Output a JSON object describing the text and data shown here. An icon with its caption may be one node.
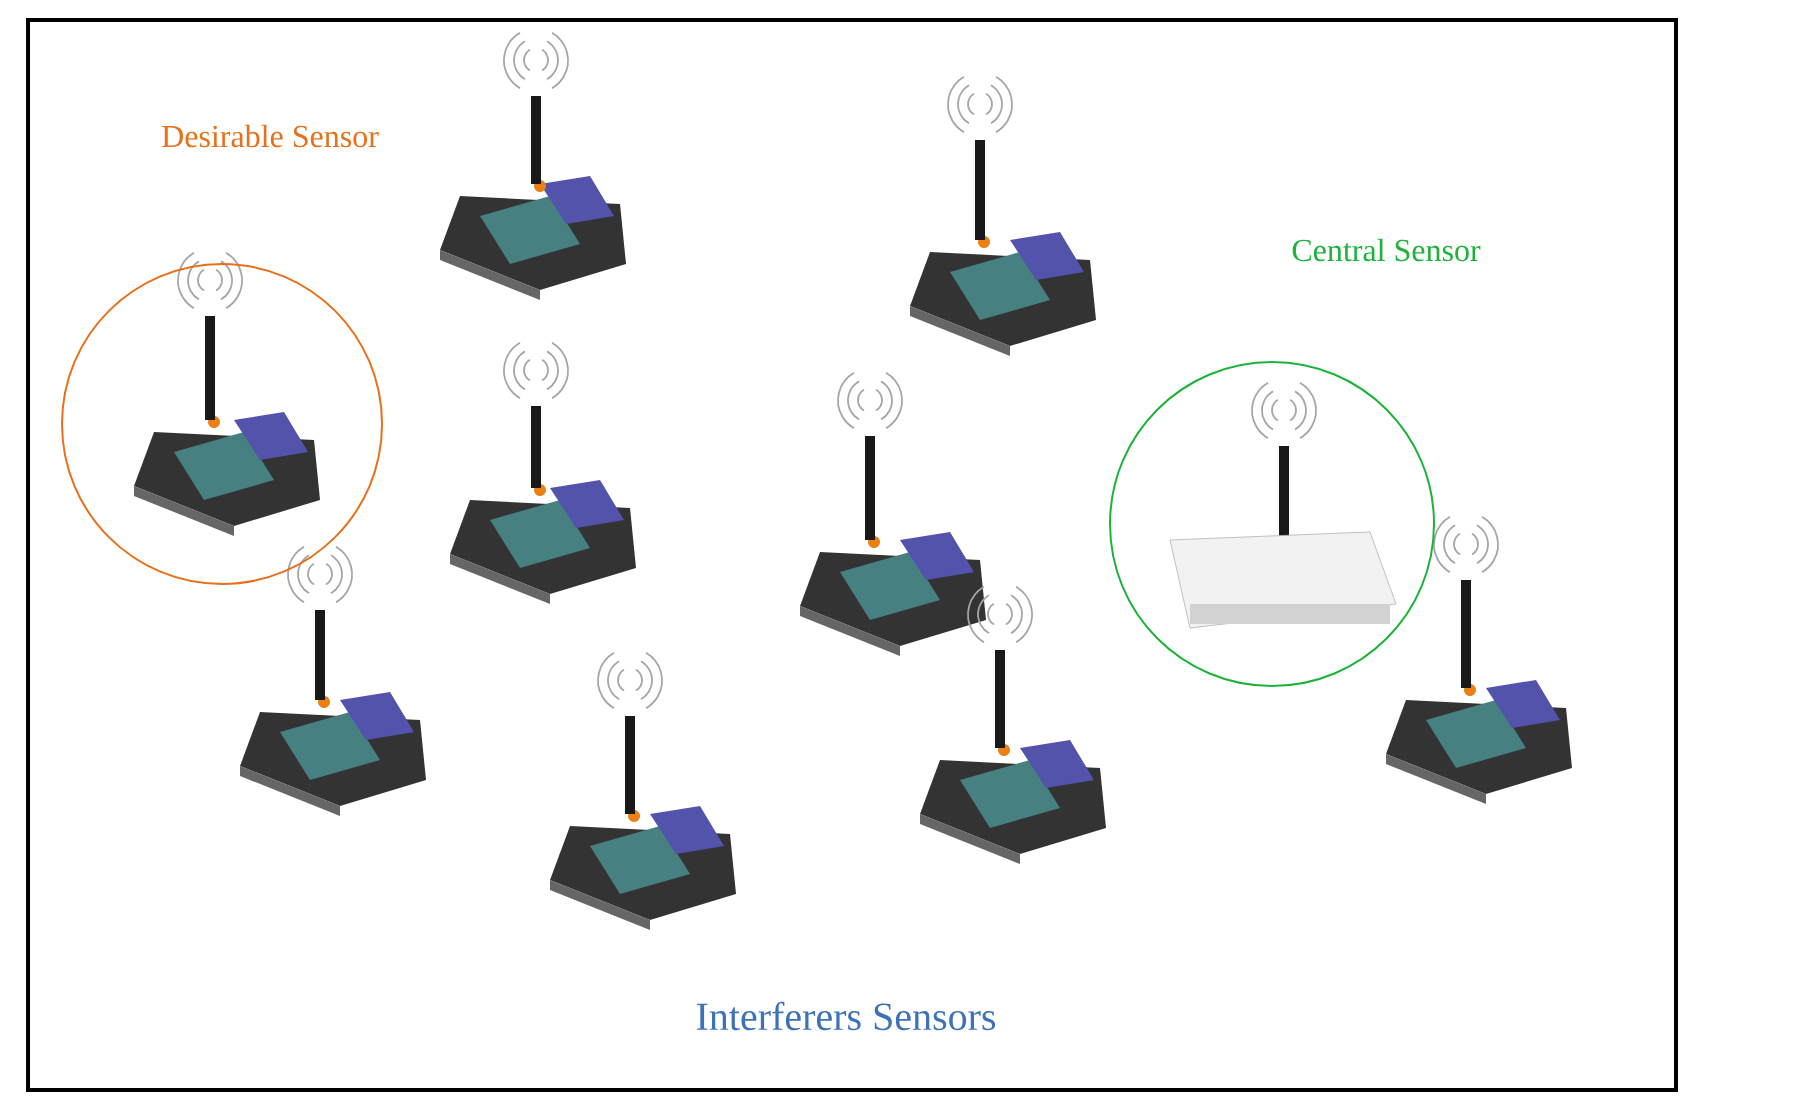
{
  "diagram": {
    "nodes": [
      {
        "text": [
          "Desirable Sensor"
        ]
      },
      {
        "text": [
          "Central Sensor"
        ]
      }
    ],
    "labels": [
      "Interferers Sensors"
    ]
  }
}
